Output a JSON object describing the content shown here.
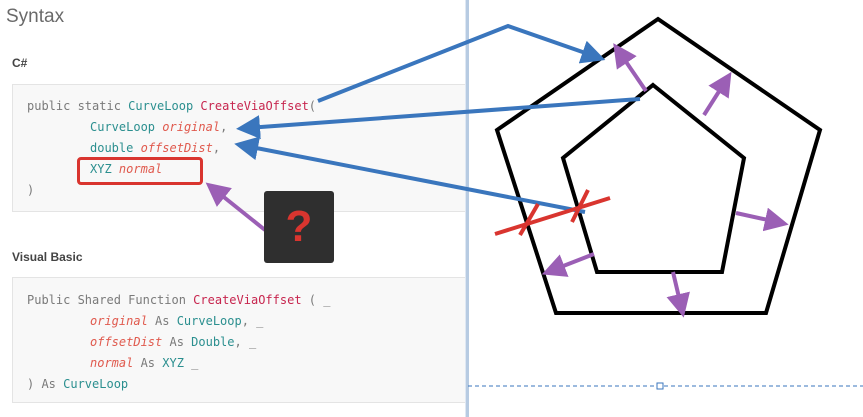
{
  "doc": {
    "title": "Syntax",
    "csharp": {
      "label": "C#",
      "line1": {
        "kw": "public static ",
        "type": "CurveLoop",
        "sp": " ",
        "method": "CreateViaOffset",
        "paren": "("
      },
      "line2": {
        "type": "CurveLoop",
        "param": "original",
        "comma": ","
      },
      "line3": {
        "type": "double",
        "param": "offsetDist",
        "comma": ","
      },
      "line4": {
        "type": "XYZ",
        "param": "normal"
      },
      "line5": ")"
    },
    "vb": {
      "label": "Visual Basic",
      "line1": {
        "kw": "Public Shared Function ",
        "method": "CreateViaOffset",
        "tail": " ( _"
      },
      "line2": {
        "param": "original",
        "as": " As ",
        "type": "CurveLoop",
        "tail": ", _"
      },
      "line3": {
        "param": "offsetDist",
        "as": " As ",
        "type": "Double",
        "tail": ", _"
      },
      "line4": {
        "param": "normal",
        "as": " As ",
        "type": "XYZ",
        "tail": " _"
      },
      "line5": {
        "kw": ") As ",
        "type": "CurveLoop"
      }
    }
  },
  "annotation": {
    "question_mark": "?"
  },
  "colors": {
    "arrow_blue": "#3a76bd",
    "arrow_purple": "#9b5fb5",
    "cross_red": "#d9352f",
    "shape_black": "#000000"
  }
}
